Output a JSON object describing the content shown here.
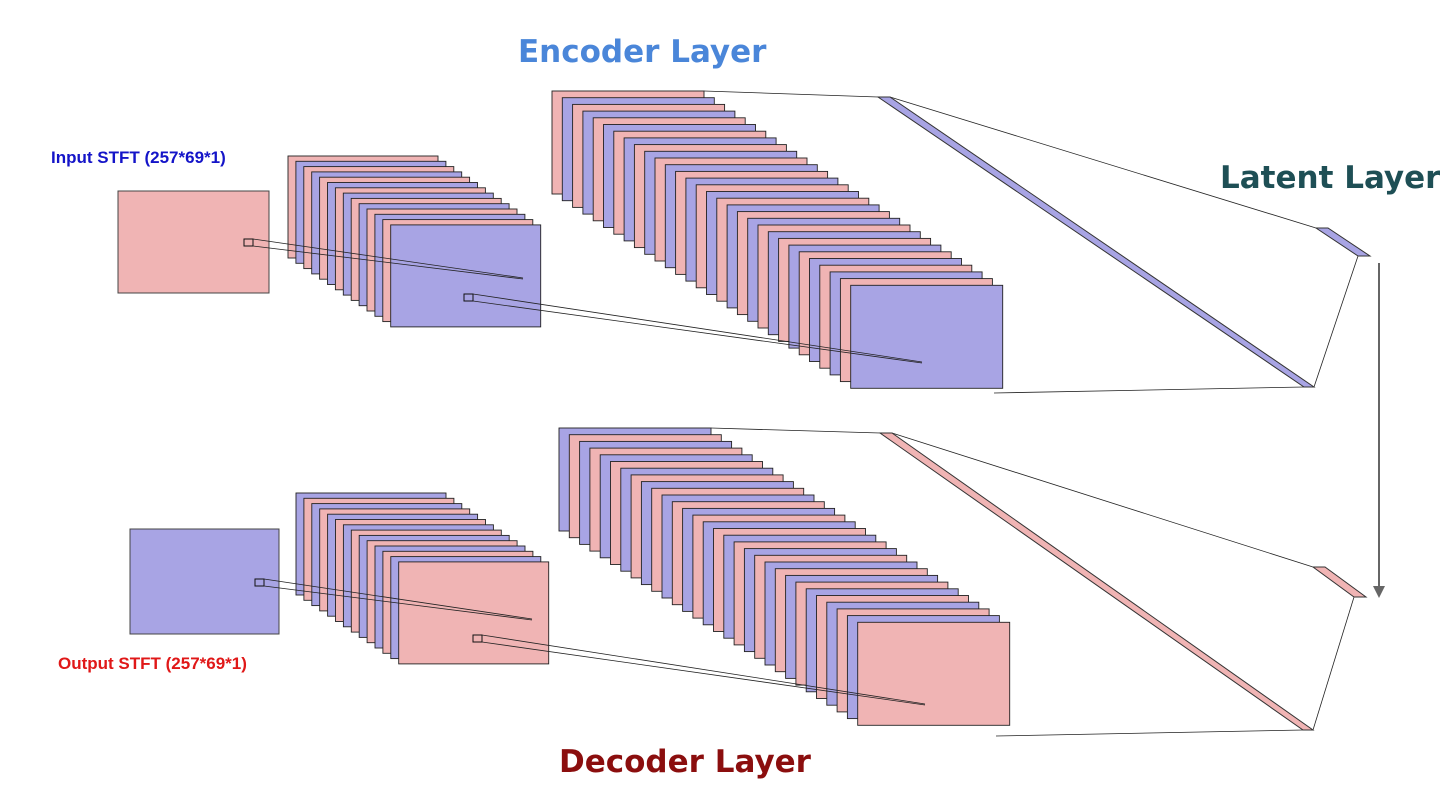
{
  "titles": {
    "encoder": "Encoder Layer",
    "latent": "Latent Layer",
    "decoder": "Decoder Layer"
  },
  "labels": {
    "input": "Input STFT (257*69*1)",
    "output": "Output STFT (257*69*1)"
  },
  "colors": {
    "pink": "#f0b4b4",
    "purple": "#a8a4e4",
    "pink_back": "#f4c4c4",
    "purple_back": "#b8b4ec",
    "encoder_title": "#4a86d9",
    "latent_title": "#1e4f55",
    "decoder_title": "#8b0e0e",
    "input_label": "#1414c8",
    "output_label": "#e01818",
    "arrow": "#666666"
  }
}
